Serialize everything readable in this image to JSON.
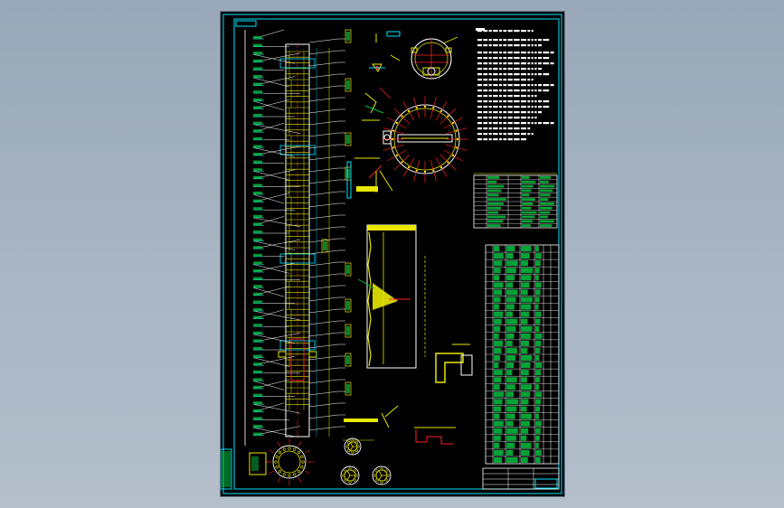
{
  "viewport": {
    "background_top": "#98a8b8",
    "background_bottom": "#b4bfcb"
  },
  "drawing": {
    "sheet_color": "#000000",
    "frame_color": "#00e5ff",
    "line_color": "#e8e800",
    "accent_color": "#ff2020",
    "text_color": "#e8e800",
    "fill_color": "#00c040",
    "secondary_color": "#ffffff",
    "views": [
      {
        "name": "column-elevation",
        "label": ""
      },
      {
        "name": "top-section-plan",
        "label": ""
      },
      {
        "name": "tray-plan",
        "label": ""
      },
      {
        "name": "wall-detail",
        "label": ""
      },
      {
        "name": "nozzle-detail",
        "label": ""
      },
      {
        "name": "support-plan",
        "label": ""
      },
      {
        "name": "flange-details",
        "label": ""
      }
    ],
    "notes_title": "",
    "tables": {
      "design_data": {
        "rows": 12,
        "cols": 5
      },
      "parts_list": {
        "rows": 30,
        "cols": 7
      },
      "title_block": {
        "rows": 4,
        "cols": 6
      }
    }
  }
}
